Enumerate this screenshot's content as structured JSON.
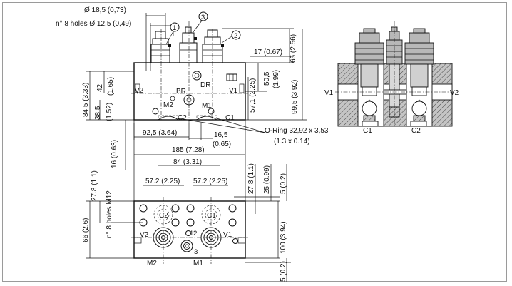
{
  "dimensions": {
    "d_18_5": "Ø 18,5 (0,73)",
    "holes_12_5": "n° 8 holes Ø 12,5 (0,49)",
    "d_17": "17 (0.67)",
    "d_65": "65 (2.56)",
    "d_84_5": "84,5 (3.33)",
    "d_42": "42",
    "d_1_65": "(1.65)",
    "d_38_5": "38,5",
    "d_1_52": "(1.52)",
    "d_50_5": "50,5",
    "d_1_99": "(1.99)",
    "d_57_1": "57,1 (2.25)",
    "d_99_5": "99,5 (3.92)",
    "d_92_5": "92,5 (3.64)",
    "d_16_5": "16,5",
    "d_0_65": "(0,65)",
    "oring": "O-Ring 32,92 x 3,53",
    "oring_in": "(1.3 x 0.14)",
    "d_16": "16 (0.63)",
    "d_185": "185 (7.28)",
    "d_84": "84 (3.31)",
    "d_57_2_l": "57.2 (2.25)",
    "d_57_2_r": "57.2 (2.25)",
    "d_27_8_top": "27.8 (1.1)",
    "d_25": "25 (0.99)",
    "d_5_top": "5 (0.2)",
    "d_27_8_left": "27.8 (1.1)",
    "holes_m12": "n° 8 holes M12",
    "d_66": "66 (2.6)",
    "d_100": "100 (3.94)",
    "d_5_bot": "5 (0.2)"
  },
  "ports": {
    "v1": "V1",
    "v2": "V2",
    "c1": "C1",
    "c2": "C2",
    "m1": "M1",
    "m2": "M2",
    "br": "BR",
    "dr": "DR"
  },
  "callouts": {
    "one": "1",
    "two": "2",
    "three": "3"
  },
  "section": {
    "v1": "V1",
    "v2": "V2",
    "c1": "C1",
    "c2": "C2"
  }
}
